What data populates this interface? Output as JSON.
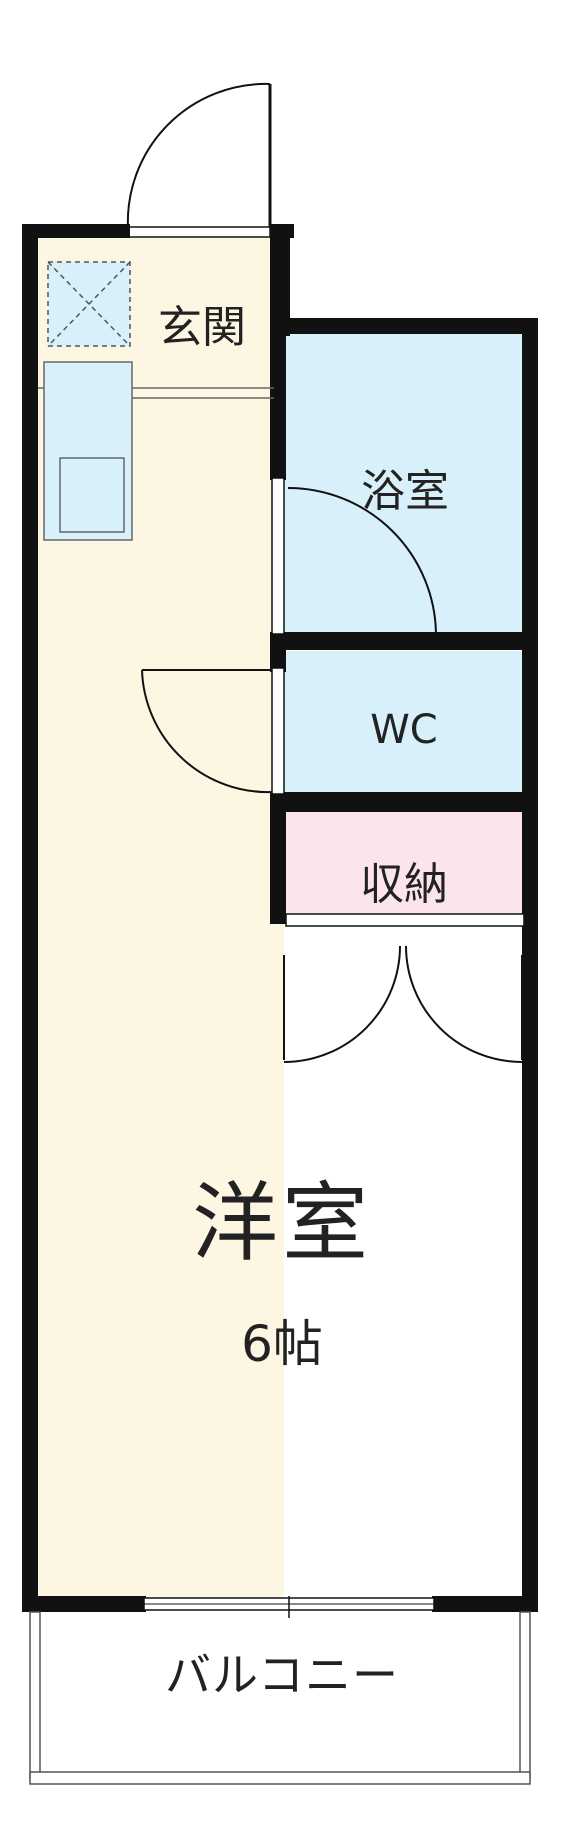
{
  "floor_plan": {
    "colors": {
      "floor": "#fdf6e3",
      "wet_area": "#d8f0fa",
      "storage": "#fbe4ec",
      "wall": "#111111",
      "balcony": "#ffffff"
    },
    "rooms": {
      "entrance": "玄関",
      "bathroom": "浴室",
      "toilet": "WC",
      "storage": "収納",
      "western_room": "洋室",
      "western_room_size": "6帖",
      "balcony": "バルコニー"
    }
  }
}
